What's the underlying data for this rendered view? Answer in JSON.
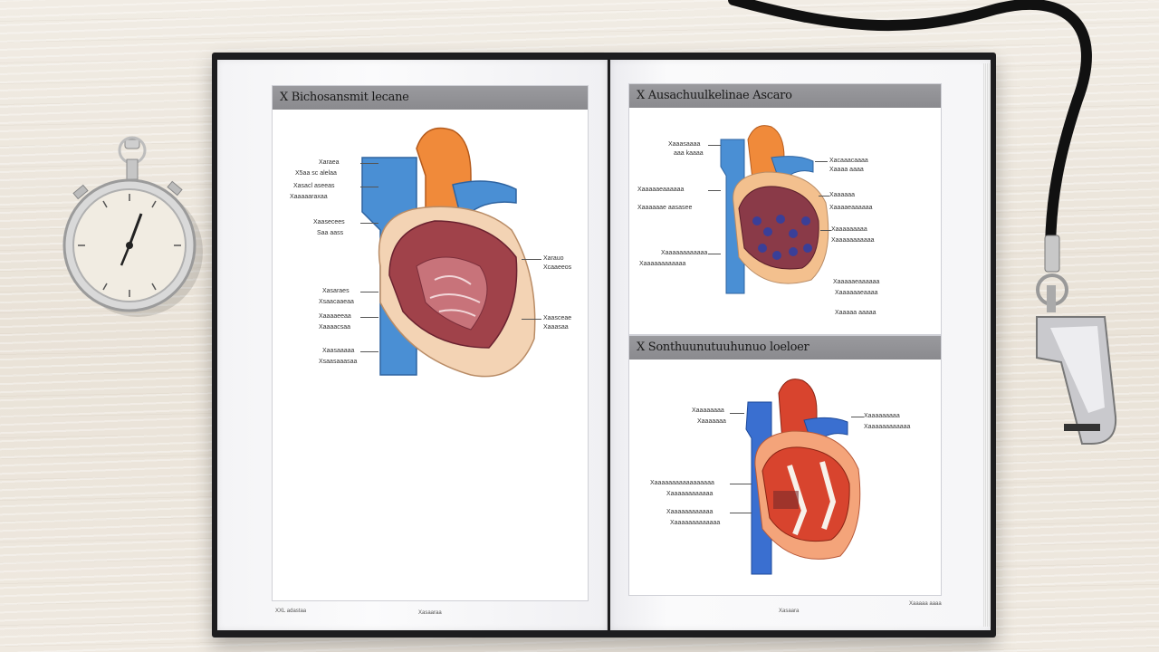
{
  "scene": {
    "description_objects": [
      "stopwatch-icon",
      "book",
      "whistle-icon"
    ],
    "colors": {
      "vein_blue": "#4a8fd4",
      "artery_orange": "#f08a3a",
      "muscle_red": "#a0424a",
      "pericardium_tan": "#f3d3b4",
      "diagram_red": "#d8442e",
      "diagram_blue": "#3a6fd0"
    }
  },
  "left_page": {
    "panel_title": "X Bichosansmit lecane",
    "labels_left": [
      "Xaraea",
      "X5aa sc alelaa",
      "Xasacl aseeas",
      "Xaaaaaraxaa",
      "Xaasecees",
      "Saa aass",
      "Xasaraes",
      "Xsaacaaeaa",
      "Xaaaaeeaa",
      "Xaaaacsaa",
      "Xaasaaaaa",
      "Xsaasaaasaa"
    ],
    "labels_right": [
      "Xarauo",
      "Xcaaeeos",
      "Xaasceae",
      "Xaaasaa"
    ],
    "footer_left": "XXL adastaa",
    "footer_center": "Xasaaraa"
  },
  "right_page": {
    "top_panel_title": "X Ausachuulkelinae Ascaro",
    "bottom_panel_title": "X Sonthuunutuuhunuo loeloer",
    "top_labels_left": [
      "Xaaasaaaa",
      "aaa kaaaa",
      "Xaaaaaeaaaaaa",
      "Xaaaaaae aasasee",
      "Xaaaaaaaaaaaa",
      "Xaaaaaaaaaaaa"
    ],
    "top_labels_right": [
      "Xacaaacaaaa",
      "Xaaaa aaaa",
      "Xaaaaaa",
      "Xaaaaeaaaaaa",
      "Xaaaaaaaaa",
      "Xaaaaaaaaaaa",
      "Xaaaaaeaaaaaa",
      "Xaaaaaaeaaaa",
      "Xaaaaa aaaaa"
    ],
    "bottom_labels_left": [
      "Xaaaaaaaa",
      "Xaaaaaaa",
      "Xaaaaaaaaaaaaaaaaa",
      "Xaaaaaaaaaaaa",
      "Xaaaaaaaaaaaa",
      "Xaaaaaaaaaaaaa"
    ],
    "bottom_labels_right": [
      "Xaaaaaaaaa",
      "Xaaaaaaaaaaaa"
    ],
    "footer_center": "Xasaara",
    "footer_right": "Xaaaaa aaaa"
  }
}
